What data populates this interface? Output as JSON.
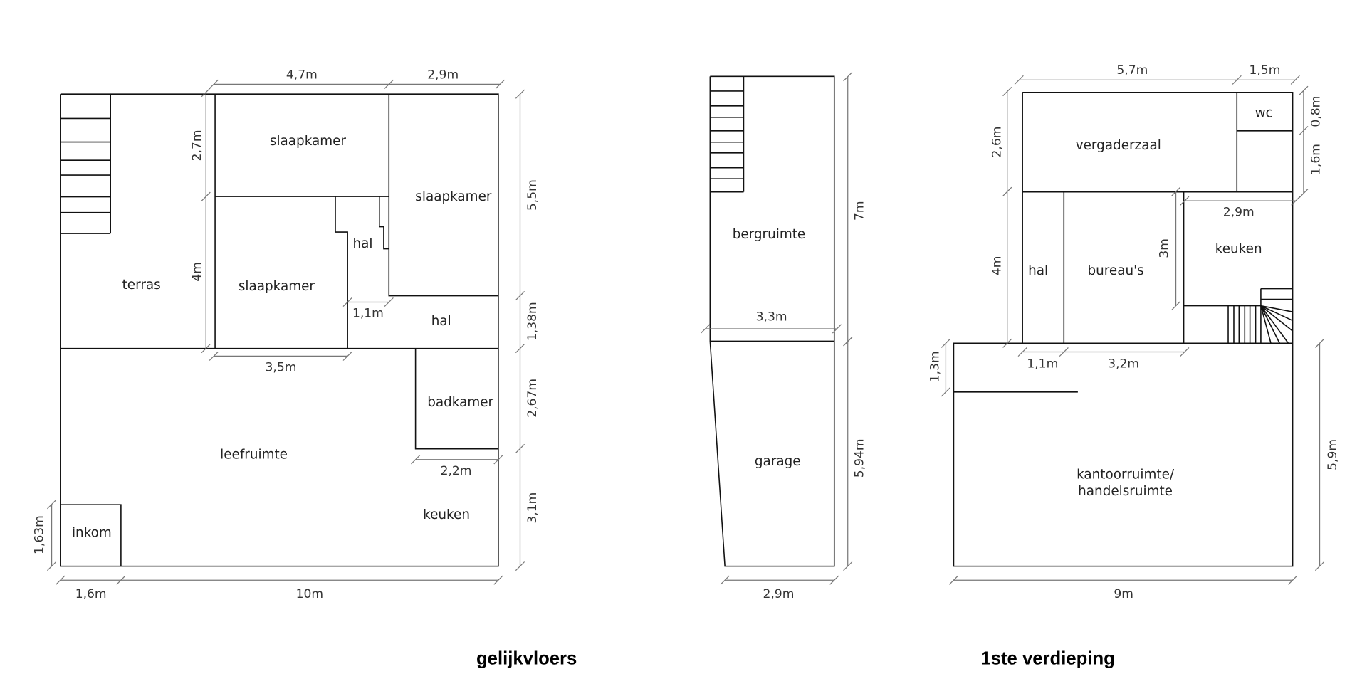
{
  "ground_floor": {
    "title": "gelijkvloers",
    "rooms": {
      "terras": "terras",
      "slaapkamer_top": "slaapkamer",
      "slaapkamer_right": "slaapkamer",
      "slaapkamer_bottom": "slaapkamer",
      "hal_upper": "hal",
      "hal_lower": "hal",
      "badkamer": "badkamer",
      "leefruimte": "leefruimte",
      "keuken": "keuken",
      "inkom": "inkom"
    },
    "dimensions": {
      "top_left": "4,7m",
      "top_right": "2,9m",
      "left_upper": "2,7m",
      "left_lower": "4m",
      "right_1": "5,5m",
      "right_2": "1,38m",
      "right_3": "2,67m",
      "right_4": "3,1m",
      "hal_width": "1,1m",
      "slaapkamer_width": "3,5m",
      "badkamer_width": "2,2m",
      "inkom_height": "1,63m",
      "bottom_left": "1,6m",
      "bottom_right": "10m"
    }
  },
  "middle_building": {
    "rooms": {
      "bergruimte": "bergruimte",
      "garage": "garage"
    },
    "dimensions": {
      "bergruimte_height": "7m",
      "bergruimte_width": "3,3m",
      "garage_height": "5,94m",
      "garage_width": "2,9m"
    }
  },
  "first_floor": {
    "title": "1ste verdieping",
    "rooms": {
      "vergaderzaal": "vergaderzaal",
      "wc": "wc",
      "hal": "hal",
      "bureaus": "bureau's",
      "keuken": "keuken",
      "kantoor_line1": "kantoorruimte/",
      "kantoor_line2": "handelsruimte"
    },
    "dimensions": {
      "top_left": "5,7m",
      "top_right": "1,5m",
      "right_top": "0,8m",
      "right_mid": "1,6m",
      "left_upper": "2,6m",
      "left_lower": "4m",
      "keuken_width": "2,9m",
      "keuken_height": "3m",
      "hal_width": "1,1m",
      "bureaus_width": "3,2m",
      "left_small": "1,3m",
      "right_lower": "5,9m",
      "bottom": "9m"
    }
  }
}
